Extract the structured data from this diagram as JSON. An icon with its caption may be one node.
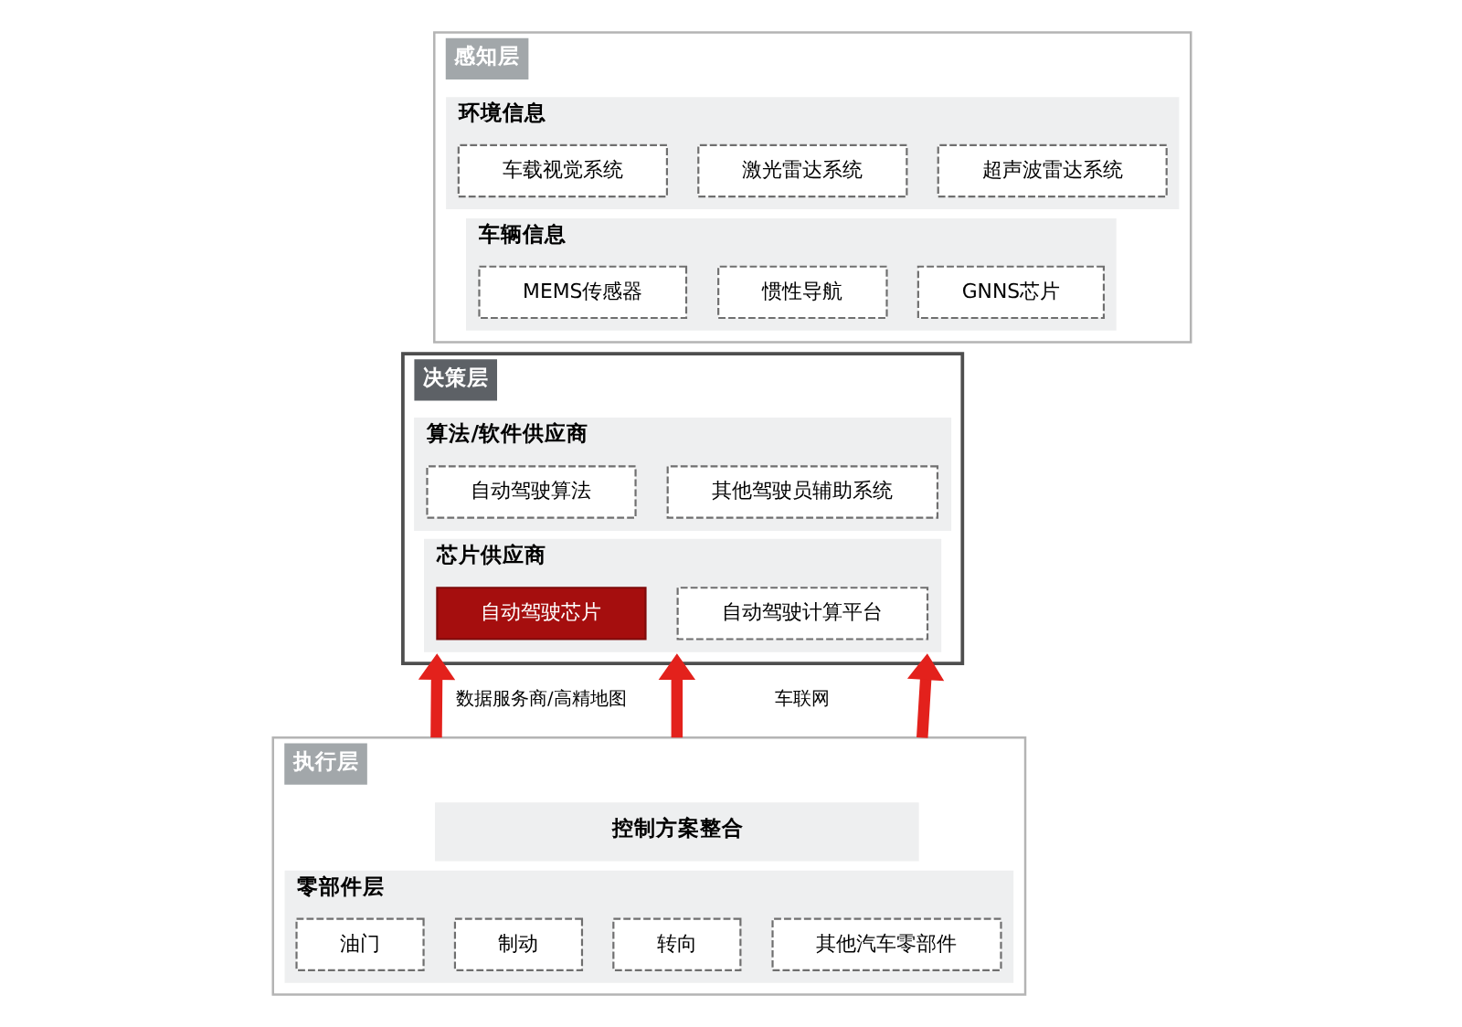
{
  "diagram": {
    "nodes": [
      {
        "text": [
          "感知层"
        ]
      },
      {
        "text": [
          "环境信息"
        ],
        "in": 0
      },
      {
        "text": [
          "车载视觉系统"
        ],
        "in": 1
      },
      {
        "text": [
          "激光雷达系统"
        ],
        "in": 1
      },
      {
        "text": [
          "超声波雷达系统"
        ],
        "in": 1
      },
      {
        "text": [
          "车辆信息"
        ],
        "in": 0
      },
      {
        "text": [
          "MEMS传感器"
        ],
        "in": 5
      },
      {
        "text": [
          "惯性导航"
        ],
        "in": 5
      },
      {
        "text": [
          "GNNS芯片"
        ],
        "in": 5
      },
      {
        "text": [
          "决策层"
        ]
      },
      {
        "text": [
          "算法/软件供应商"
        ],
        "in": 9
      },
      {
        "text": [
          "自动驾驶算法"
        ],
        "in": 10
      },
      {
        "text": [
          "其他驾驶员辅助系统"
        ],
        "in": 10
      },
      {
        "text": [
          "芯片供应商"
        ],
        "in": 9
      },
      {
        "text": [
          "自动驾驶芯片"
        ],
        "in": 13
      },
      {
        "text": [
          "自动驾驶计算平台"
        ],
        "in": 13
      },
      {
        "text": [
          "执行层"
        ]
      },
      {
        "text": [
          "控制方案整合"
        ],
        "in": 16
      },
      {
        "text": [
          "零部件层"
        ],
        "in": 16
      },
      {
        "text": [
          "油门"
        ],
        "in": 18
      },
      {
        "text": [
          "制动"
        ],
        "in": 18
      },
      {
        "text": [
          "转向"
        ],
        "in": 18
      },
      {
        "text": [
          "其他汽车零部件"
        ],
        "in": 18
      }
    ],
    "edges": [
      {
        "from": 16,
        "to": 9,
        "arrow": "to"
      },
      {
        "from": 16,
        "to": 9,
        "arrow": "to"
      },
      {
        "from": 16,
        "to": 9,
        "arrow": "to"
      }
    ],
    "labels": [
      "数据服务商/高精地图",
      "车联网"
    ]
  }
}
